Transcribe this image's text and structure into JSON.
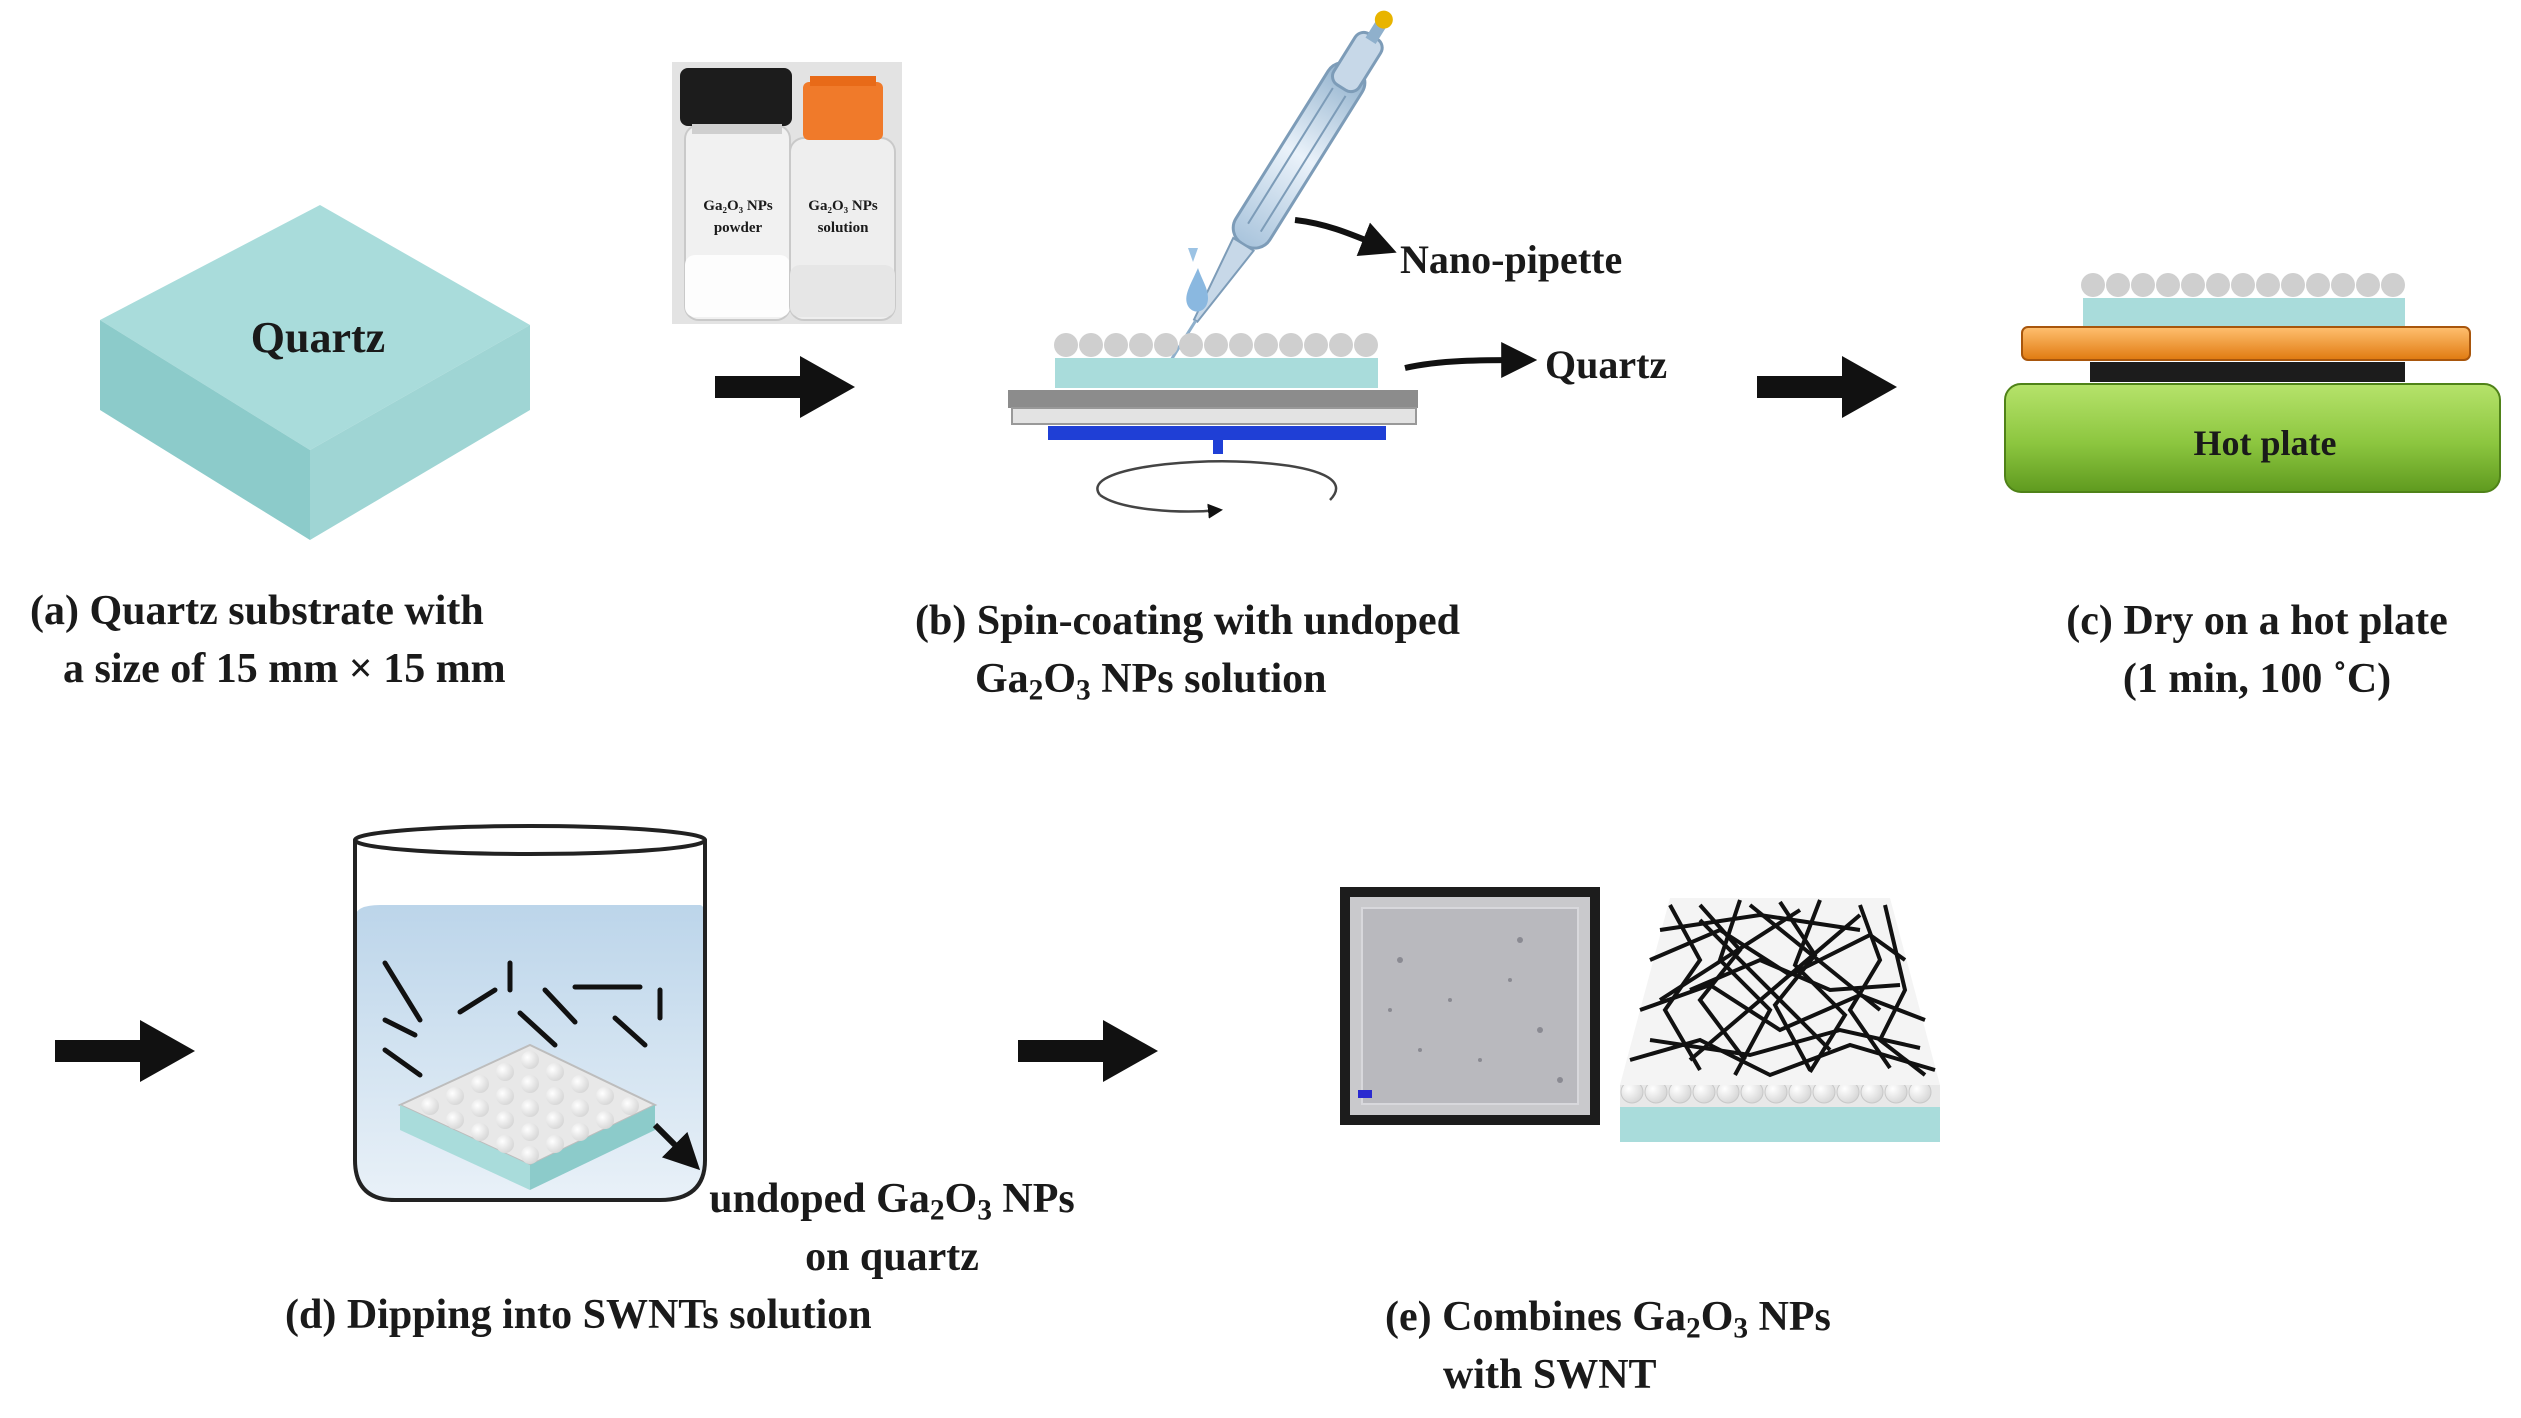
{
  "labels": {
    "quartz_block": "Quartz",
    "nano_pipette": "Nano-pipette",
    "quartz_pointer": "Quartz",
    "hot_plate": "Hot plate",
    "bottle_left": [
      "Ga₂O₃ NPs",
      "powder"
    ],
    "bottle_right": [
      "Ga₂O₃ NPs",
      "solution"
    ]
  },
  "captions": {
    "a": {
      "line1": "(a) Quartz substrate with",
      "line2": "a size of 15 mm × 15 mm"
    },
    "b": {
      "line1": "(b) Spin-coating with undoped",
      "line2_pre": "Ga",
      "line2_sub1": "2",
      "line2_mid": "O",
      "line2_sub2": "3",
      "line2_post": " NPs solution"
    },
    "c": {
      "line1": "(c) Dry on a hot plate",
      "line2": "(1 min, 100 ˚C)"
    },
    "d": {
      "line1": "(d) Dipping into SWNTs solution"
    },
    "d_label": {
      "line1_pre": "undoped Ga",
      "line1_sub1": "2",
      "line1_mid": "O",
      "line1_sub2": "3",
      "line1_post": " NPs",
      "line2": "on quartz"
    },
    "e": {
      "line1_pre": "(e) Combines Ga",
      "line1_sub1": "2",
      "line1_mid": "O",
      "line1_sub2": "3",
      "line1_post": " NPs",
      "line2": "with SWNT"
    }
  },
  "colors": {
    "quartz": "#a9dcdb",
    "arrow": "#111111",
    "hot_plate": "#8cc63f",
    "plate": "#f29a38",
    "chuck": "#1f3fd6",
    "nanoparticle": "#cfcfcf",
    "bottle_cap_black": "#1c1c1c",
    "bottle_cap_orange": "#f07a2a"
  }
}
